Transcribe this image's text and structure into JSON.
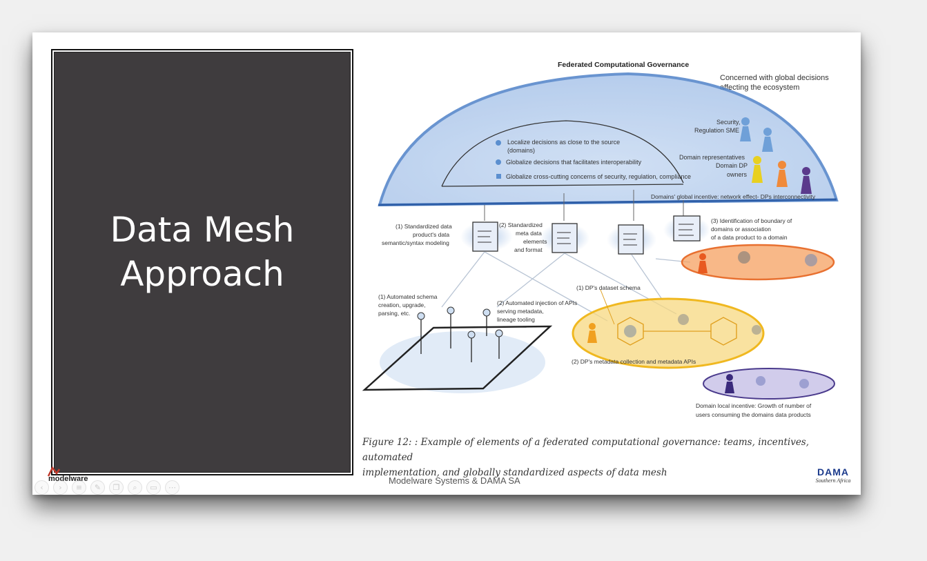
{
  "slide": {
    "title_line1": "Data Mesh",
    "title_line2": "Approach",
    "footer": "Modelware Systems & DAMA SA",
    "caption_line1": "Figure 12: : Example of elements of a federated computational governance: teams, incentives, automated",
    "caption_line2": "implementation, and globally standardized aspects of data mesh"
  },
  "diagram": {
    "heading": "Federated Computational Governance",
    "concern_line1": "Concerned with global decisions",
    "concern_line2": "affecting the ecosystem",
    "security_line1": "Security,",
    "security_line2": "Regulation SME",
    "domain_rep_line1": "Domain representatives",
    "domain_rep_line2": "Domain DP",
    "domain_rep_line3": "owners",
    "principle1_line1": "Localize decisions as close to the source",
    "principle1_line2": "(domains)",
    "principle2": "Globalize decisions that facilitates interoperability",
    "principle3": "Globalize cross-cutting concerns of security, regulation, compliance",
    "global_incentive": "Domains' global incentive: network effect- DPs interconnectivity",
    "std1_line1": "(1) Standardized data",
    "std1_line2": "product's data",
    "std1_line3": "semantic/syntax modeling",
    "std2_line1": "(2) Standardized",
    "std2_line2": "meta data",
    "std2_line3": "elements",
    "std2_line4": "and format",
    "std3_line1": "(3) Identification of boundary of",
    "std3_line2": "domains or association",
    "std3_line3": "of a  data product to a domain",
    "auto1_line1": "(1) Automated schema",
    "auto1_line2": "creation, upgrade,",
    "auto1_line3": "parsing, etc.",
    "auto2_line1": "(2) Automated injection of APIs",
    "auto2_line2": "serving metadata,",
    "auto2_line3": "lineage tooling",
    "dp_schema": "(1) DP's dataset schema",
    "dp_metadata": "(2) DP's metadata collection and metadata APIs",
    "local_incentive_line1": "Domain  local  incentive:  Growth  of  number  of",
    "local_incentive_line2": "users consuming the domains data products"
  },
  "logos": {
    "modelware": "modelware",
    "dama": "DAMA",
    "dama_sub": "Southern Africa"
  },
  "toolbar": {
    "buttons": [
      "back-icon",
      "forward-icon",
      "menu-icon",
      "pen-icon",
      "copy-icon",
      "zoom-icon",
      "subtitles-icon",
      "more-icon"
    ]
  },
  "colors": {
    "title_panel": "#3f3c3e",
    "dome_blue": "#5b8fcf",
    "orange": "#f08a3a",
    "yellow": "#f0c030",
    "purple": "#5a3a8c"
  }
}
